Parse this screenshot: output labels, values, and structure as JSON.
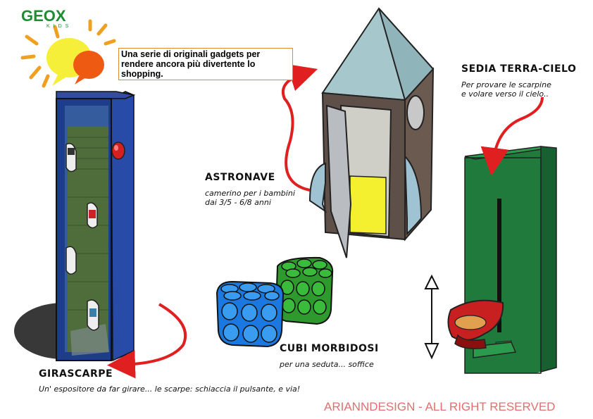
{
  "brand": {
    "name": "GEOX",
    "sub": "KIDS"
  },
  "intro": "Una serie di originali gadgets per rendere ancora più divertente lo shopping.",
  "items": [
    {
      "title": "ASTRONAVE",
      "desc_line1": "camerino per i bambini",
      "desc_line2": "dai 3/5 - 6/8 anni"
    },
    {
      "title": "SEDIA TERRA-CIELO",
      "desc_line1": "Per provare le scarpine",
      "desc_line2": "e volare verso il cielo.."
    },
    {
      "title": "CUBI MORBIDOSI",
      "desc_line1": "per una seduta... soffice",
      "desc_line2": ""
    },
    {
      "title": "GIRASCARPE",
      "desc_line1": "Un' espositore da far girare... le scarpe: schiaccia il pulsante, e via!",
      "desc_line2": ""
    }
  ],
  "copyright": "ARIANNDESIGN - ALL RIGHT RESERVED",
  "colors": {
    "logo_green": "#1e8c34",
    "arrow_red": "#e02020",
    "rights_pink": "#e07070"
  }
}
